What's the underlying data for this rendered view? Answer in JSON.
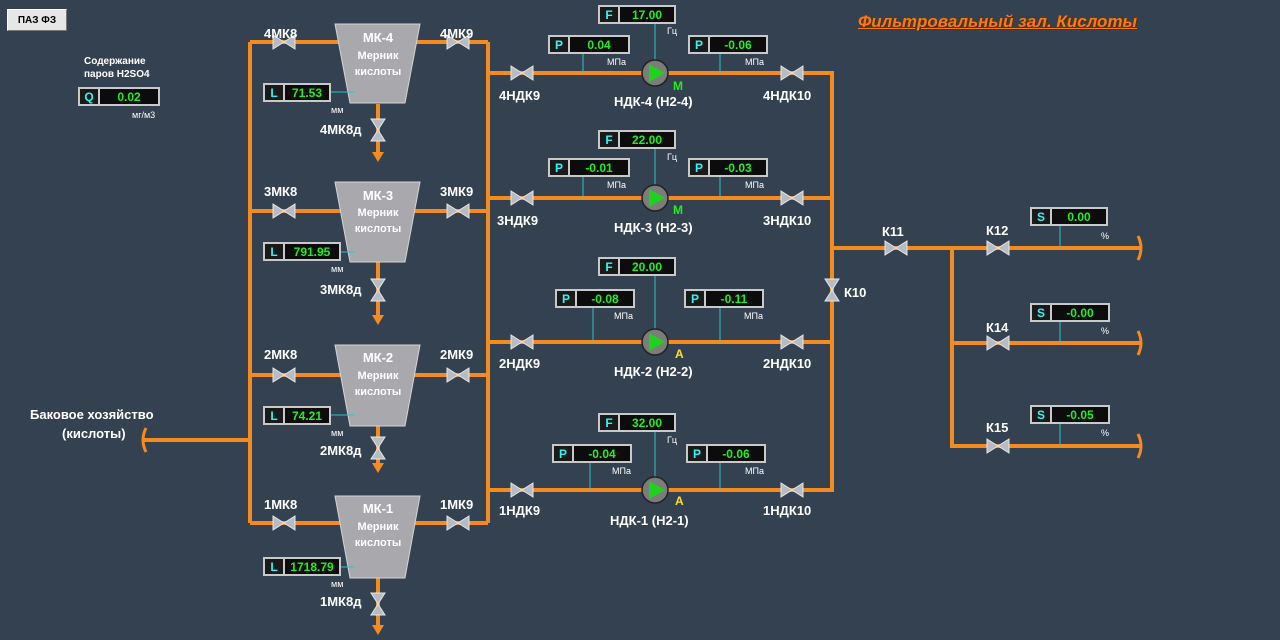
{
  "header": {
    "paz_button": "ПАЗ ФЗ",
    "title": "Фильтровальный зал. Кислоты"
  },
  "vapor": {
    "label_line1": "Содержание",
    "label_line2": "паров H2SO4",
    "tag": "Q",
    "value": "0.02",
    "unit": "мг/м3"
  },
  "tank_store": {
    "line1": "Баковое хозяйство",
    "line2": "(кислоты)"
  },
  "tanks": [
    {
      "name": "МК-4",
      "sub1": "Мерник",
      "sub2": "кислоты",
      "in_valve": "4МК8",
      "out_valve": "4МК9",
      "drain_valve": "4МК8д",
      "level_tag": "L",
      "level": "71.53",
      "level_unit": "мм"
    },
    {
      "name": "МК-3",
      "sub1": "Мерник",
      "sub2": "кислоты",
      "in_valve": "3МК8",
      "out_valve": "3МК9",
      "drain_valve": "3МК8д",
      "level_tag": "L",
      "level": "791.95",
      "level_unit": "мм"
    },
    {
      "name": "МК-2",
      "sub1": "Мерник",
      "sub2": "кислоты",
      "in_valve": "2МК8",
      "out_valve": "2МК9",
      "drain_valve": "2МК8д",
      "level_tag": "L",
      "level": "74.21",
      "level_unit": "мм"
    },
    {
      "name": "МК-1",
      "sub1": "Мерник",
      "sub2": "кислоты",
      "in_valve": "1МК8",
      "out_valve": "1МК9",
      "drain_valve": "1МК8д",
      "level_tag": "L",
      "level": "1718.79",
      "level_unit": "мм"
    }
  ],
  "pumps": [
    {
      "name": "НДК-4 (Н2-4)",
      "in_valve": "4НДК9",
      "out_valve": "4НДК10",
      "mode": "М",
      "freq_tag": "F",
      "freq": "17.00",
      "freq_unit": "Гц",
      "p_in_tag": "P",
      "p_in": "0.04",
      "p_out_tag": "P",
      "p_out": "-0.06",
      "p_unit": "МПа"
    },
    {
      "name": "НДК-3 (Н2-3)",
      "in_valve": "3НДК9",
      "out_valve": "3НДК10",
      "mode": "М",
      "freq_tag": "F",
      "freq": "22.00",
      "freq_unit": "Гц",
      "p_in_tag": "P",
      "p_in": "-0.01",
      "p_out_tag": "P",
      "p_out": "-0.03",
      "p_unit": "МПа"
    },
    {
      "name": "НДК-2 (Н2-2)",
      "in_valve": "2НДК9",
      "out_valve": "2НДК10",
      "mode": "А",
      "freq_tag": "F",
      "freq": "20.00",
      "freq_unit": "Гц",
      "p_in_tag": "P",
      "p_in": "-0.08",
      "p_out_tag": "P",
      "p_out": "-0.11",
      "p_unit": "МПа"
    },
    {
      "name": "НДК-1 (Н2-1)",
      "in_valve": "1НДК9",
      "out_valve": "1НДК10",
      "mode": "А",
      "freq_tag": "F",
      "freq": "32.00",
      "freq_unit": "Гц",
      "p_in_tag": "P",
      "p_in": "-0.04",
      "p_out_tag": "P",
      "p_out": "-0.06",
      "p_unit": "МПа"
    }
  ],
  "collector": {
    "k10": "К10",
    "k11": "К11"
  },
  "outlets": [
    {
      "valve": "К12",
      "tag": "S",
      "value": "0.00",
      "unit": "%"
    },
    {
      "valve": "К14",
      "tag": "S",
      "value": "-0.00",
      "unit": "%"
    },
    {
      "valve": "К15",
      "tag": "S",
      "value": "-0.05",
      "unit": "%"
    }
  ],
  "colors": {
    "background": "#344150",
    "pipe": "#f58a1f",
    "value_text": "#1ef01e",
    "tag_text": "#2ff6f6",
    "title": "#ff7a00",
    "pump_running": "#1ed21e",
    "mode_manual": "#1ef01e",
    "mode_auto": "#ffe020"
  },
  "icons": {
    "valve": "bowtie-valve-icon",
    "pump": "centrifugal-pump-icon",
    "tank": "funnel-tank-icon",
    "flow_arrow": "arrow-down-icon"
  }
}
